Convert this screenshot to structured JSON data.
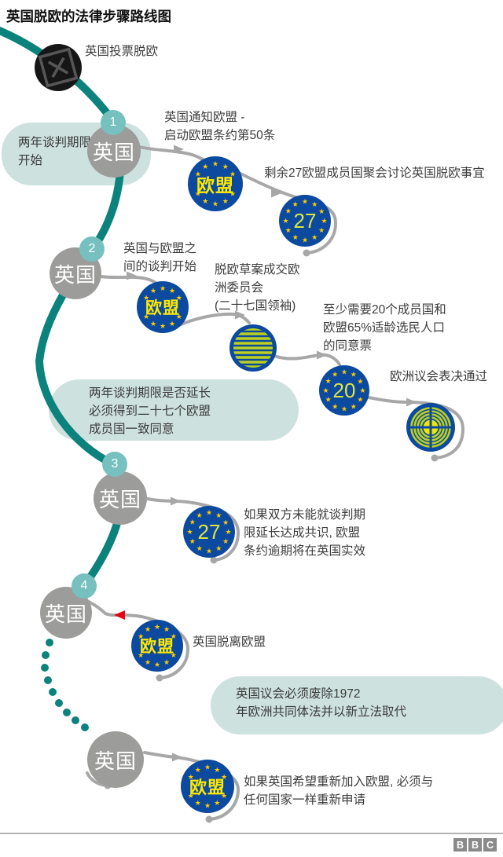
{
  "title": "英国脱欧的法律步骤路线图",
  "start": {
    "label": "英国投票脱欧"
  },
  "uk_label": "英国",
  "eu_label": "欧盟",
  "badges": [
    "1",
    "2",
    "3",
    "4"
  ],
  "counts": {
    "c27": "27",
    "c20": "20"
  },
  "annotations": {
    "step1": "英国通知欧盟 -\n启动欧盟条约第50条",
    "step1b": "剩余27欧盟成员国聚会讨论英国脱欧事宜",
    "step2": "英国与欧盟之\n间的谈判开始",
    "step2b": "脱欧草案成交欧\n洲委员会\n(二十七国领袖)",
    "step2c": "至少需要20个成员国和\n欧盟65%适龄选民人口\n的同意票",
    "step2d": "欧洲议会表决通过",
    "step3": "如果双方未能就谈判期\n限延长达成共识, 欧盟\n条约逾期将在英国实效",
    "step4": "英国脱离欧盟",
    "step5": "如果英国希望重新加入欧盟, 必须与\n任何国家一样重新申请"
  },
  "callouts": {
    "c1": "两年谈判期限\n开始",
    "c2": "两年谈判期限是否延长\n必须得到二十七个欧盟\n成员国一致同意",
    "c3": "英国议会必须废除1972\n年欧洲共同体法并以新立法取代"
  },
  "footer": {
    "logo_letters": [
      "B",
      "B",
      "C"
    ]
  },
  "colors": {
    "teal_path": "#0b827c",
    "badge_teal": "#76c1bf",
    "callout_bg": "#cde1df",
    "uk_gray": "#9c9c9b",
    "connector_gray": "#a7a7a7",
    "eu_blue": "#0b4a9f",
    "star_yellow": "#ffcc00",
    "eu_text_yellow": "#ffe800",
    "number_yellow_green": "#dfe53a",
    "stripe_green": "#bdd01f",
    "red_arrow": "#e30613",
    "bbc_gray": "#8a8a8a"
  }
}
